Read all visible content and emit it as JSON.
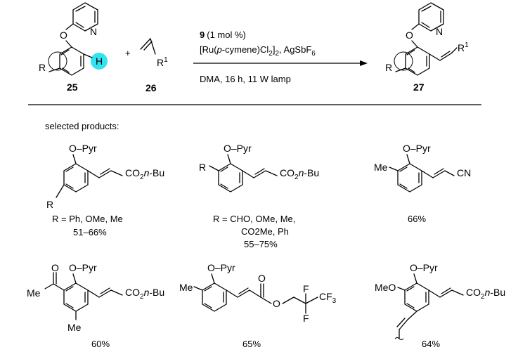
{
  "scheme": {
    "reactant_left_label": "25",
    "reactant_right_label": "26",
    "product_label": "27",
    "plus": "+",
    "highlight_atom": "H",
    "r_label": "R",
    "r1_label": "R",
    "r1_sup": "1",
    "O": "O",
    "N": "N",
    "conditions_line1_bold": "9",
    "conditions_line1": "(1 mol %)",
    "conditions_line2_a": "[Ru(",
    "conditions_line2_p": "p",
    "conditions_line2_b": "-cymene)Cl",
    "conditions_line2_sub1": "2",
    "conditions_line2_c": "]",
    "conditions_line2_sub2": "2",
    "conditions_line2_d": ", AgSbF",
    "conditions_line2_sub3": "6",
    "conditions_line3": "DMA, 16 h, 11 W lamp",
    "highlight_color": "#33e3f0"
  },
  "selected_heading": "selected products:",
  "products": [
    {
      "pyr": "O–Pyr",
      "ester": "CO",
      "ester_sub": "2",
      "ester_tail": "n",
      "ester_end": "-Bu",
      "r": "R",
      "note_lines": [
        "R = Ph, OMe, Me"
      ],
      "yield": "51–66%"
    },
    {
      "pyr": "O–Pyr",
      "ester": "CO",
      "ester_sub": "2",
      "ester_tail": "n",
      "ester_end": "-Bu",
      "r": "R",
      "note_lines": [
        "R = CHO, OMe, Me,",
        "CO2Me, Ph"
      ],
      "yield": "55–75%"
    },
    {
      "pyr": "O–Pyr",
      "sub": "Me",
      "group": "CN",
      "yield": "66%"
    },
    {
      "pyr": "O–Pyr",
      "sub1": "Me",
      "sub2": "Me",
      "ester": "CO",
      "ester_sub": "2",
      "ester_tail": "n",
      "ester_end": "-Bu",
      "yield": "60%"
    },
    {
      "pyr": "O–Pyr",
      "sub": "Me",
      "o": "O",
      "f1": "F",
      "f2": "F",
      "cf3": "CF",
      "cf3_sub": "3",
      "yield": "65%"
    },
    {
      "pyr": "O–Pyr",
      "sub": "MeO",
      "ester": "CO",
      "ester_sub": "2",
      "ester_tail": "n",
      "ester_end": "-Bu",
      "yield": "64%"
    }
  ]
}
